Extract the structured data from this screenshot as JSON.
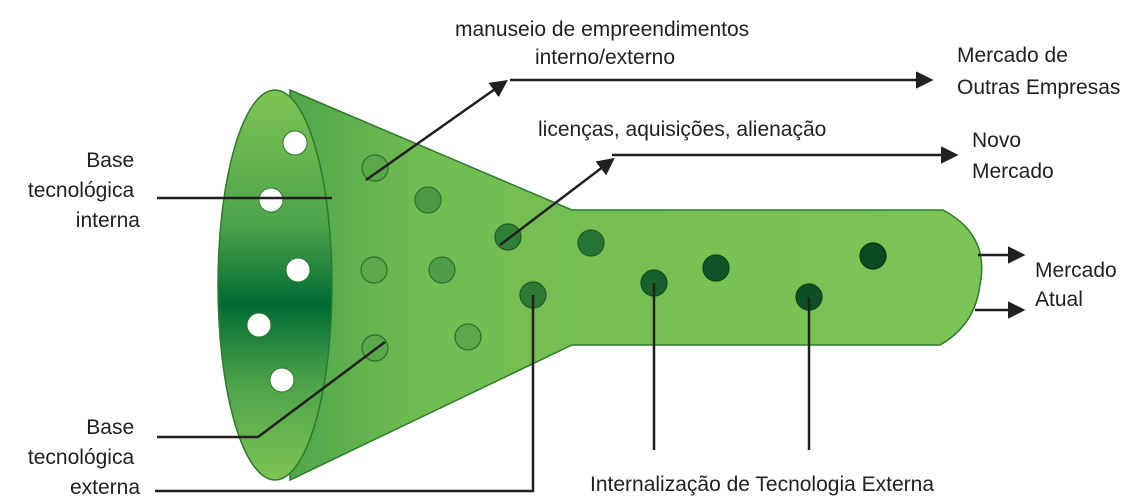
{
  "labels": {
    "base_interna": [
      "Base",
      "tecnológica",
      "interna"
    ],
    "base_externa": [
      "Base",
      "tecnológica",
      "externa"
    ],
    "manuseio": [
      "manuseio de empreendimentos",
      "interno/externo"
    ],
    "mercado_outras": [
      "Mercado de",
      "Outras Empresas"
    ],
    "licencas": "licenças, aquisições, alienação",
    "novo_mercado": [
      "Novo",
      "Mercado"
    ],
    "mercado_atual": [
      "Mercado",
      "Atual"
    ],
    "internalizacao": "Internalização de Tecnologia Externa"
  },
  "colors": {
    "funnel_light": "#7ec453",
    "funnel_dark": "#006b34",
    "funnel_outline": "#2e7a2e",
    "dot_dark": "#0b4d22",
    "dot_mid": "#3b8a3b",
    "dot_light": "#5aa84a",
    "hole": "#ffffff",
    "line": "#231f20"
  }
}
